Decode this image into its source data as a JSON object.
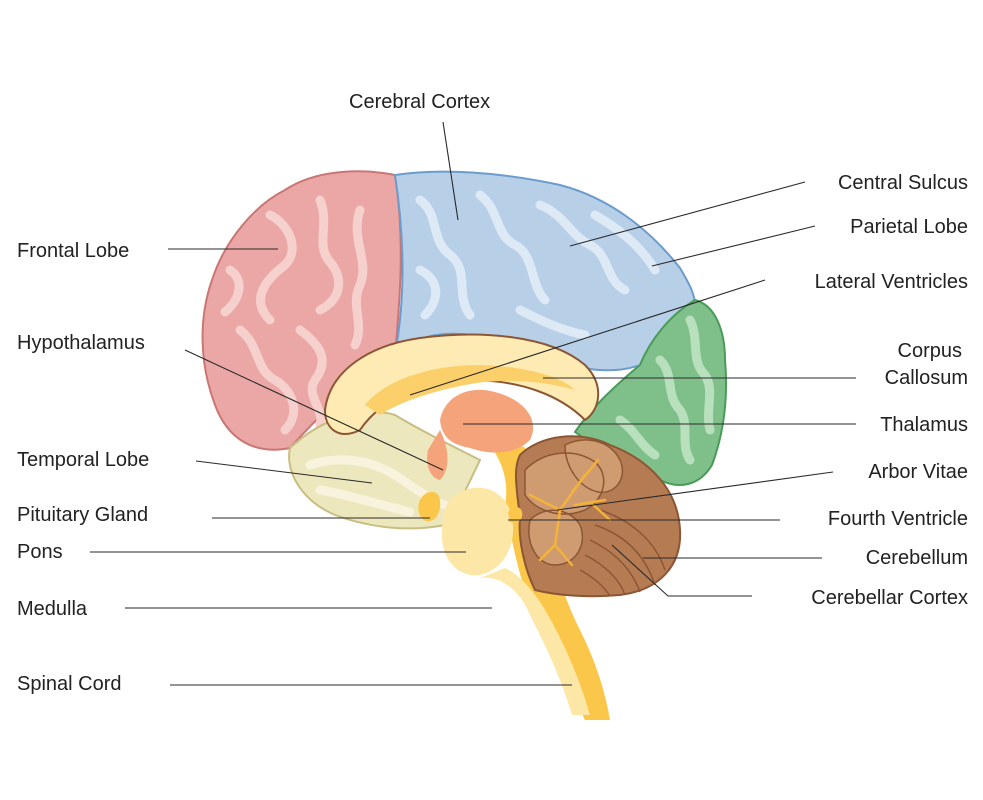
{
  "labels": {
    "cerebral_cortex": "Cerebral Cortex",
    "central_sulcus": "Central Sulcus",
    "frontal_lobe": "Frontal Lobe",
    "parietal_lobe": "Parietal Lobe",
    "lateral_ventricles": "Lateral Ventricles",
    "hypothalamus": "Hypothalamus",
    "corpus_callosum_line1": "Corpus",
    "corpus_callosum_line2": "Callosum",
    "thalamus": "Thalamus",
    "temporal_lobe": "Temporal Lobe",
    "arbor_vitae": "Arbor Vitae",
    "pituitary_gland": "Pituitary Gland",
    "fourth_ventricle": "Fourth Ventricle",
    "pons": "Pons",
    "cerebellum": "Cerebellum",
    "medulla": "Medulla",
    "cerebellar_cortex": "Cerebellar Cortex",
    "spinal_cord": "Spinal Cord"
  },
  "colors": {
    "frontal": "#eba7a6",
    "frontal_light": "#f6d0cd",
    "frontal_stroke": "#c97674",
    "parietal": "#b8cfe8",
    "parietal_light": "#dde9f5",
    "parietal_stroke": "#6c9ccc",
    "occipital": "#7fc08a",
    "occipital_light": "#b9e0bd",
    "occipital_stroke": "#4a9a5a",
    "temporal": "#ede7bd",
    "temporal_light": "#f7f3dc",
    "temporal_stroke": "#c8bd82",
    "brainstem": "#fbc74a",
    "brainstem_light": "#fde7a6",
    "corpus": "#fbd06a",
    "corpus_light": "#fdebb3",
    "thalamus": "#f5a37a",
    "cerebellum": "#b57b52",
    "cerebellum_light": "#cf9c72",
    "cerebellum_dark": "#8c5634",
    "arbor": "#f3b23a"
  }
}
